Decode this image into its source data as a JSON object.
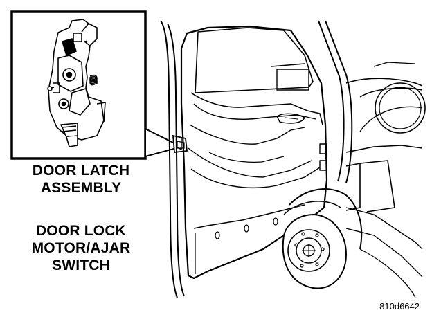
{
  "callouts": {
    "latch": {
      "line1": "DOOR LATCH",
      "line2": "ASSEMBLY"
    },
    "motor": {
      "line1": "DOOR LOCK",
      "line2": "MOTOR/AJAR",
      "line3": "SWITCH"
    }
  },
  "figure_id": "810d6642"
}
